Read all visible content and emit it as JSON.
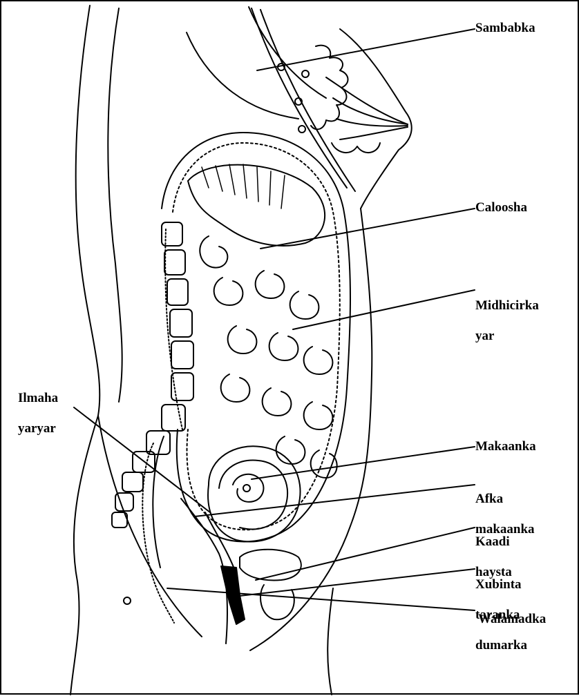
{
  "labels": {
    "sambabka": "Sambabka",
    "caloosha": "Caloosha",
    "midhicirka": [
      "Midhicirka",
      "yar"
    ],
    "ilmaha": [
      "Ilmaha",
      "yaryar"
    ],
    "makaanka": "Makaanka",
    "afka_makaanka": [
      "Afka",
      "makaanka"
    ],
    "kaadi_haysta": [
      "Kaadi",
      "haysta"
    ],
    "xubinta": [
      "Xubinta",
      "taranka",
      "dumarka"
    ],
    "walamadka": "Walamadka"
  }
}
